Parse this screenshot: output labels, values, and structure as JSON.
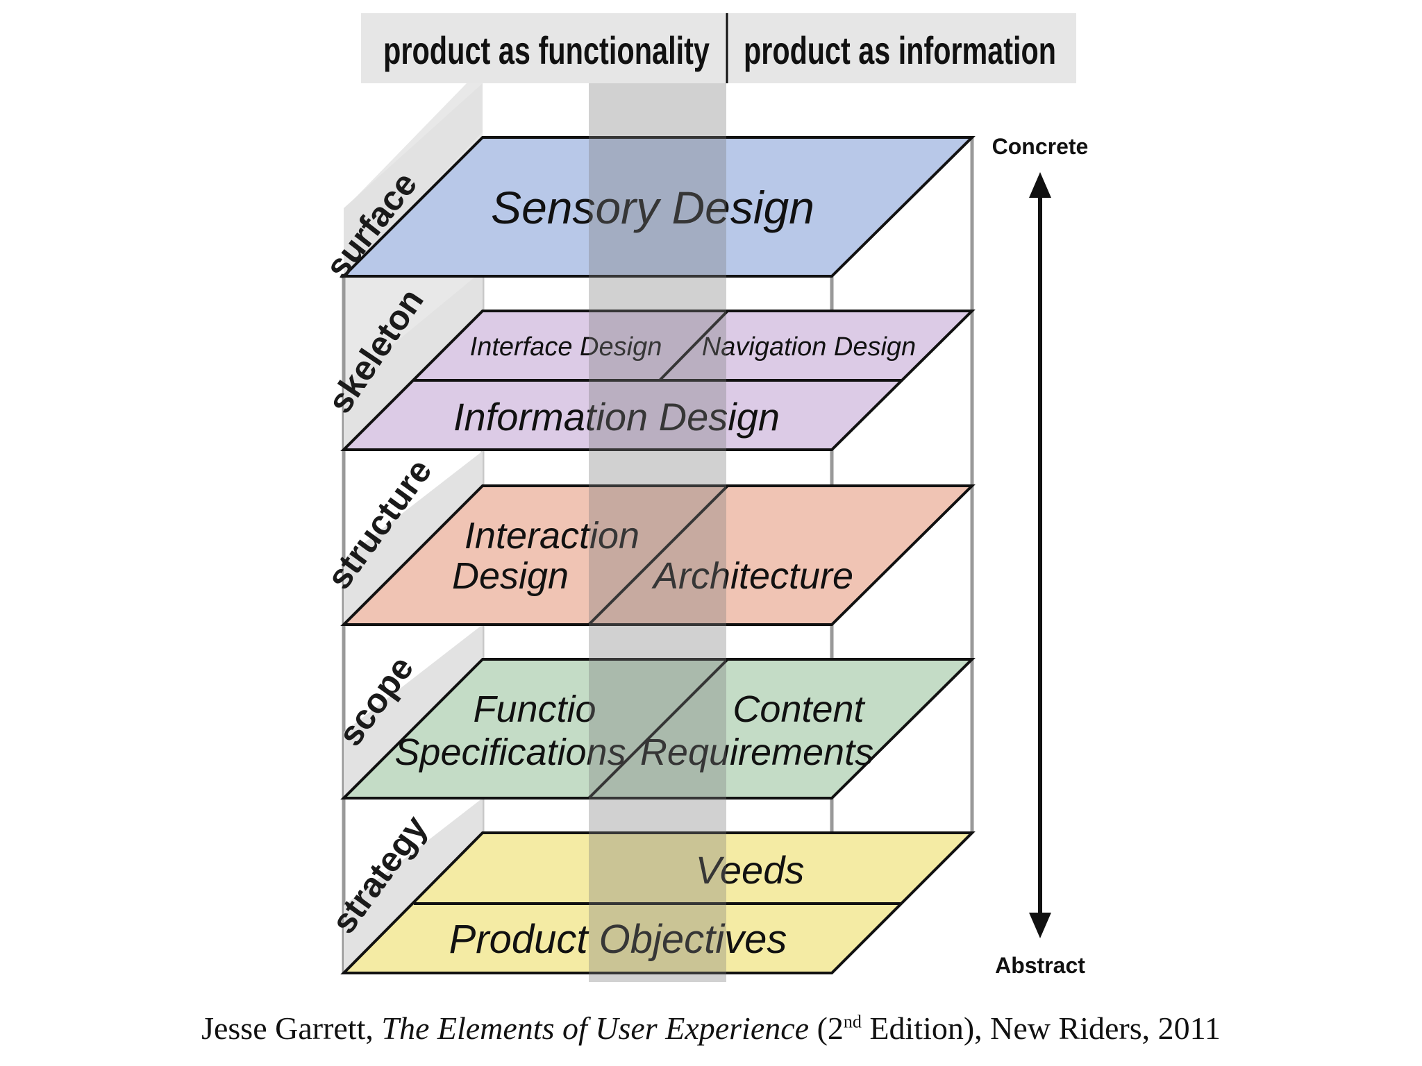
{
  "header": {
    "left": "product as functionality",
    "right": "product as information"
  },
  "axis": {
    "top": "Concrete",
    "bottom": "Abstract"
  },
  "planes": {
    "surface": {
      "side": "surface",
      "color": "#b8c8e8",
      "items": [
        "Sensory Design"
      ]
    },
    "skeleton": {
      "side": "skeleton",
      "color": "#dccbe6",
      "items": [
        "Interface Design",
        "Navigation Design",
        "Information Design"
      ]
    },
    "structure": {
      "side": "structure",
      "color": "#f0c4b4",
      "items": [
        "Interaction",
        "Design",
        "Architecture"
      ]
    },
    "scope": {
      "side": "scope",
      "color": "#c4dcc6",
      "items": [
        "Functio",
        "Specifications",
        "Content",
        "Requirements"
      ]
    },
    "strategy": {
      "side": "strategy",
      "color": "#f4eba4",
      "items": [
        "Veeds",
        "Product Objectives"
      ]
    }
  },
  "citation": {
    "author": "Jesse Garrett, ",
    "title": "The Elements of User Experience",
    "edition_open": " (2",
    "edition_sup": "nd",
    "edition_close": " Edition), New Riders, 2011"
  }
}
